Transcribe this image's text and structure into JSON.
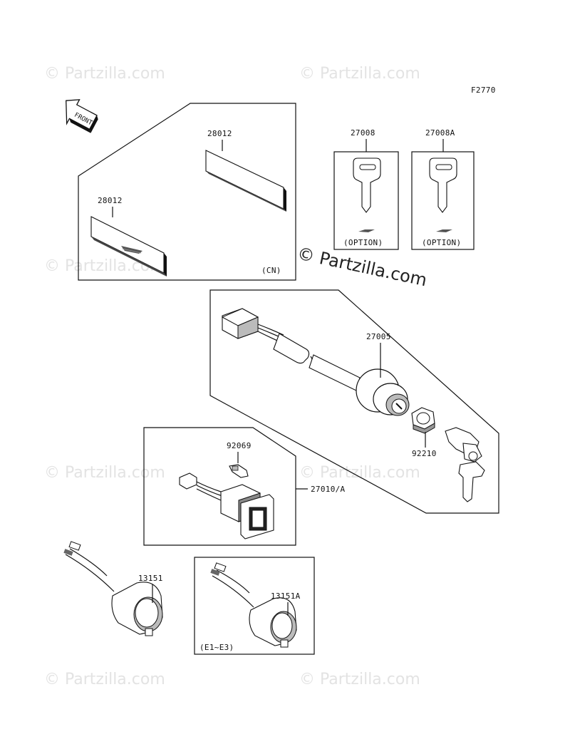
{
  "figure_code": "F2770",
  "front_label": "FRONT",
  "copyright_watermark": "© Partzilla.com",
  "watermarks": "© Partzilla.com",
  "parts": {
    "reflector_top": "28012",
    "reflector_bottom": "28012",
    "reflector_group_note": "(CN)",
    "key_blank": "27008",
    "key_blank_option": "(OPTION)",
    "key_blank_a": "27008A",
    "key_blank_a_option": "(OPTION)",
    "ignition_switch": "27005",
    "nut": "92210",
    "bulb": "92069",
    "switch_assy": "27010/A",
    "socket": "13151",
    "socket_a": "13151A",
    "socket_a_note": "(E1~E3)"
  }
}
